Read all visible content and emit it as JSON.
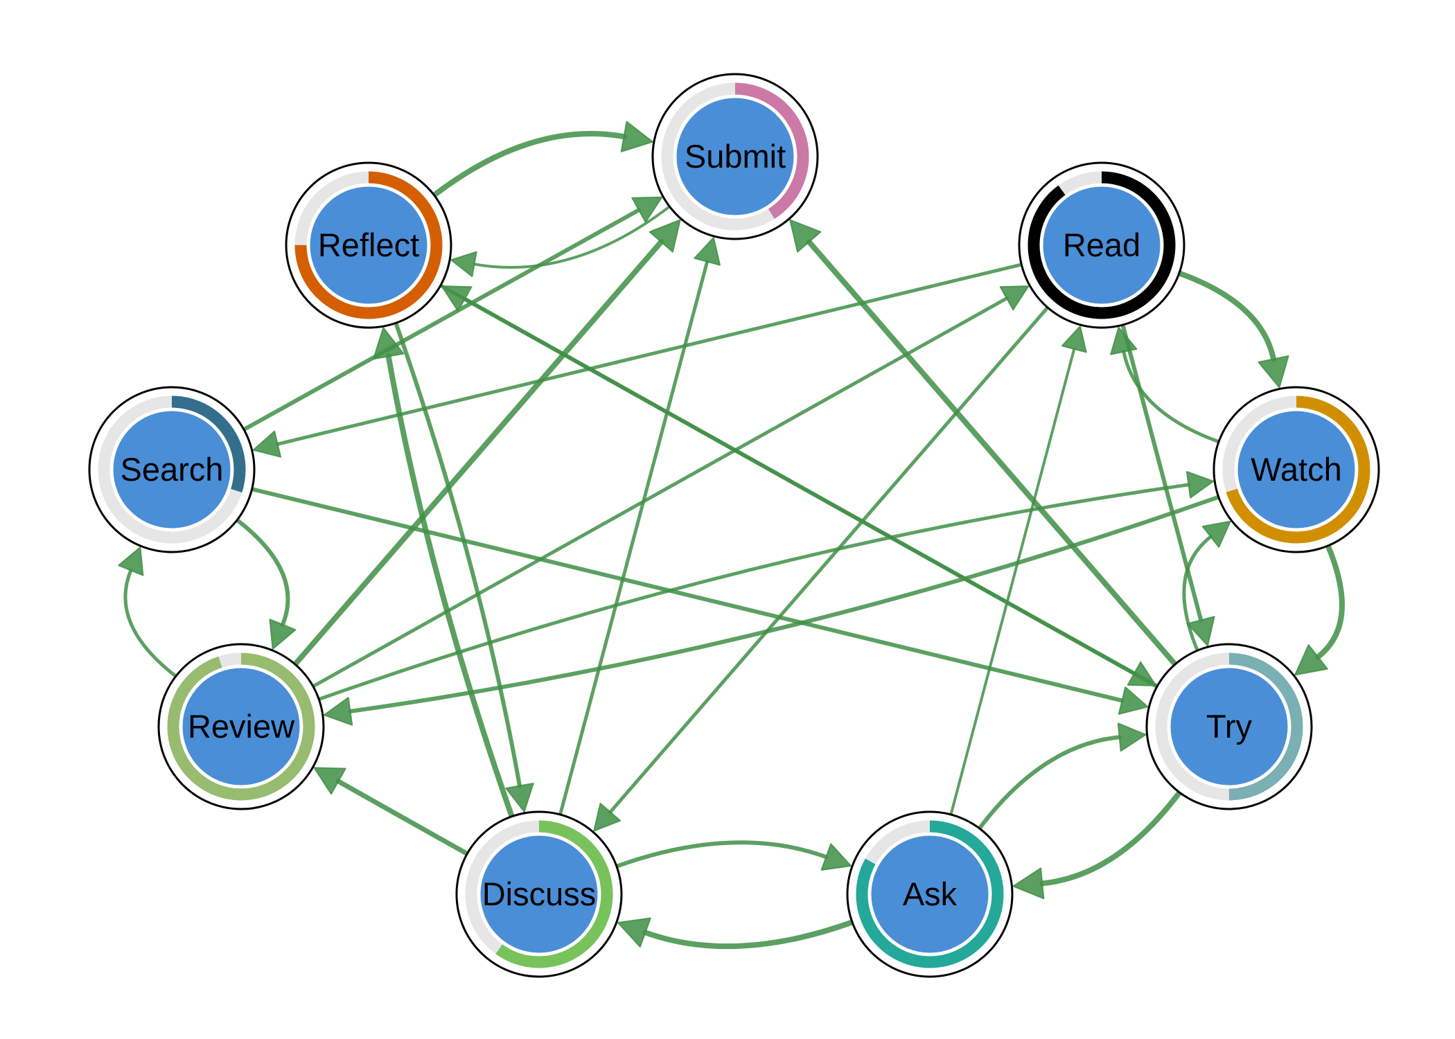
{
  "diagram": {
    "type": "directed-graph",
    "node_fill": "#4a8ed8",
    "track_color": "#e6e6e6",
    "edge_color": "#3f8f45",
    "nodes": [
      {
        "id": "submit",
        "label": "Submit",
        "ring_color": "#cc79a7",
        "progress": 0.41
      },
      {
        "id": "reflect",
        "label": "Reflect",
        "ring_color": "#d55e00",
        "progress": 0.75
      },
      {
        "id": "read",
        "label": "Read",
        "ring_color": "#000000",
        "progress": 0.9
      },
      {
        "id": "search",
        "label": "Search",
        "ring_color": "#336e8c",
        "progress": 0.3
      },
      {
        "id": "watch",
        "label": "Watch",
        "ring_color": "#d18f00",
        "progress": 0.7
      },
      {
        "id": "review",
        "label": "Review",
        "ring_color": "#97bb6f",
        "progress": 0.95
      },
      {
        "id": "try",
        "label": "Try",
        "ring_color": "#7aafb3",
        "progress": 0.5
      },
      {
        "id": "discuss",
        "label": "Discuss",
        "ring_color": "#77c25b",
        "progress": 0.6
      },
      {
        "id": "ask",
        "label": "Ask",
        "ring_color": "#23a89a",
        "progress": 0.83
      }
    ],
    "edges": [
      {
        "from": "reflect",
        "to": "submit",
        "weight": 3
      },
      {
        "from": "submit",
        "to": "reflect",
        "weight": 1
      },
      {
        "from": "search",
        "to": "submit",
        "weight": 2
      },
      {
        "from": "review",
        "to": "submit",
        "weight": 3
      },
      {
        "from": "discuss",
        "to": "submit",
        "weight": 1.5
      },
      {
        "from": "try",
        "to": "submit",
        "weight": 3
      },
      {
        "from": "read",
        "to": "search",
        "weight": 1.5
      },
      {
        "from": "read",
        "to": "watch",
        "weight": 3
      },
      {
        "from": "watch",
        "to": "read",
        "weight": 1.5
      },
      {
        "from": "read",
        "to": "try",
        "weight": 2
      },
      {
        "from": "read",
        "to": "discuss",
        "weight": 1.5
      },
      {
        "from": "ask",
        "to": "read",
        "weight": 1
      },
      {
        "from": "review",
        "to": "read",
        "weight": 1.5
      },
      {
        "from": "watch",
        "to": "try",
        "weight": 3
      },
      {
        "from": "try",
        "to": "watch",
        "weight": 1.5
      },
      {
        "from": "watch",
        "to": "review",
        "weight": 2
      },
      {
        "from": "review",
        "to": "watch",
        "weight": 1.5
      },
      {
        "from": "search",
        "to": "review",
        "weight": 2
      },
      {
        "from": "review",
        "to": "search",
        "weight": 1.5
      },
      {
        "from": "search",
        "to": "try",
        "weight": 2
      },
      {
        "from": "try",
        "to": "reflect",
        "weight": 2
      },
      {
        "from": "reflect",
        "to": "try",
        "weight": 1.5
      },
      {
        "from": "discuss",
        "to": "reflect",
        "weight": 3
      },
      {
        "from": "reflect",
        "to": "discuss",
        "weight": 2
      },
      {
        "from": "discuss",
        "to": "review",
        "weight": 2.5
      },
      {
        "from": "discuss",
        "to": "ask",
        "weight": 2
      },
      {
        "from": "ask",
        "to": "discuss",
        "weight": 3
      },
      {
        "from": "ask",
        "to": "try",
        "weight": 2
      },
      {
        "from": "try",
        "to": "ask",
        "weight": 3
      }
    ]
  }
}
